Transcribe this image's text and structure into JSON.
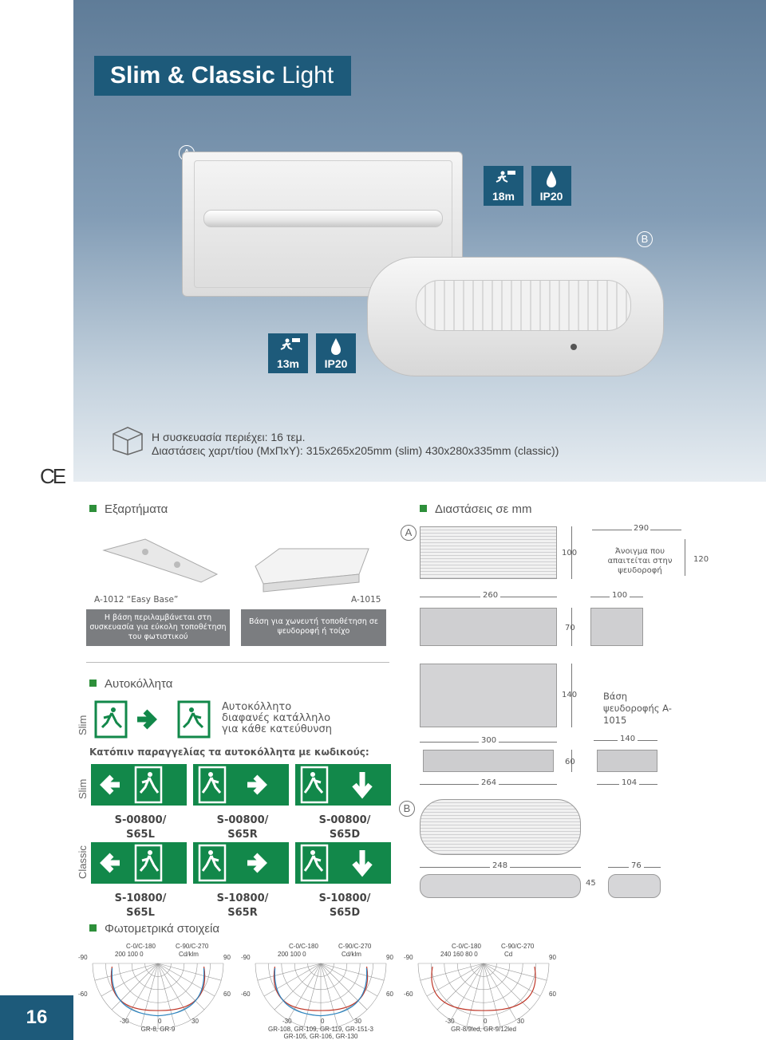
{
  "hero": {
    "title_bold": "Slim & Classic",
    "title_light": "Light",
    "markerA": "A",
    "markerB": "B",
    "badgeA_distance": "18m",
    "badgeA_ip": "IP20",
    "badgeB_distance": "13m",
    "badgeB_ip": "IP20",
    "pack_line1": "Η συσκευασία  περιέχει: 16 τεμ.",
    "pack_line2": "Διαστάσεις χαρτ/τίου (ΜxΠxΥ): 315x265x205mm (slim) 430x280x335mm (classic))",
    "ce": "CE"
  },
  "accessories": {
    "header": "Εξαρτήματα",
    "item1_code": "A-1012 “Easy Base”",
    "item1_desc": "Η βάση περιλαμβάνεται στη συσκευασία για εύκολη τοποθέτηση του φωτιστικού",
    "item2_code": "A-1015",
    "item2_desc": "Βάση για χωνευτή τοποθέτηση σε ψευδοροφή ή τοίχο"
  },
  "dimensions": {
    "header": "Διαστάσεις σε mm",
    "markerA": "A",
    "markerB": "B",
    "d100a": "100",
    "d290": "290",
    "opening_text": "Άνοιγμα που απαιτείται στην ψευδοροφή",
    "d120": "120",
    "d260": "260",
    "d100b": "100",
    "d70": "70",
    "d140a": "140",
    "base_label": "Βάση ψευδοροφής A-1015",
    "d300": "300",
    "d140b": "140",
    "d60": "60",
    "d264": "264",
    "d104": "104",
    "d248": "248",
    "d76": "76",
    "d45": "45"
  },
  "stickers": {
    "header": "Αυτοκόλλητα",
    "slim_label": "Slim",
    "slim2_label": "Slim",
    "classic_label": "Classic",
    "desc": "Αυτοκόλλητο διαφανές κατάλληλο για κάθε κατεύθυνση",
    "order_text": "Κατόπιν παραγγελίας τα αυτοκόλλητα με κωδικούς:",
    "slim_codes": [
      {
        "l1": "S-00800/",
        "l2": "S65L"
      },
      {
        "l1": "S-00800/",
        "l2": "S65R"
      },
      {
        "l1": "S-00800/",
        "l2": "S65D"
      }
    ],
    "classic_codes": [
      {
        "l1": "S-10800/",
        "l2": "S65L"
      },
      {
        "l1": "S-10800/",
        "l2": "S65R"
      },
      {
        "l1": "S-10800/",
        "l2": "S65D"
      }
    ],
    "sign_color": "#12884a"
  },
  "photometric": {
    "header": "Φωτομετρικά στοιχεία",
    "charts": [
      {
        "c0": "C-0/C-180",
        "c90": "C-90/C-270",
        "unit": "Cd/klm",
        "ticks": [
          "200",
          "100",
          "0"
        ],
        "n90": "-90",
        "p90": "90",
        "n60": "-60",
        "p60": "60",
        "n30": "-30",
        "zero": "0",
        "p30": "30",
        "models1": "GR-8, GR-9",
        "models2": ""
      },
      {
        "c0": "C-0/C-180",
        "c90": "C-90/C-270",
        "unit": "Cd/klm",
        "ticks": [
          "200",
          "100",
          "0"
        ],
        "n90": "-90",
        "p90": "90",
        "n60": "-60",
        "p60": "60",
        "n30": "-30",
        "zero": "0",
        "p30": "30",
        "models1": "GR-108, GR-109, GR-119, GR-151-3",
        "models2": "GR-105, GR-106, GR-130"
      },
      {
        "c0": "C-0/C-180",
        "c90": "C-90/C-270",
        "unit": "Cd",
        "ticks": [
          "240",
          "160",
          "80",
          "0"
        ],
        "n90": "-90",
        "p90": "90",
        "n60": "-60",
        "p60": "60",
        "n30": "-30",
        "zero": "0",
        "p30": "30",
        "models1": "GR-8/9led, GR-9/12led",
        "models2": ""
      }
    ]
  },
  "page_number": "16"
}
